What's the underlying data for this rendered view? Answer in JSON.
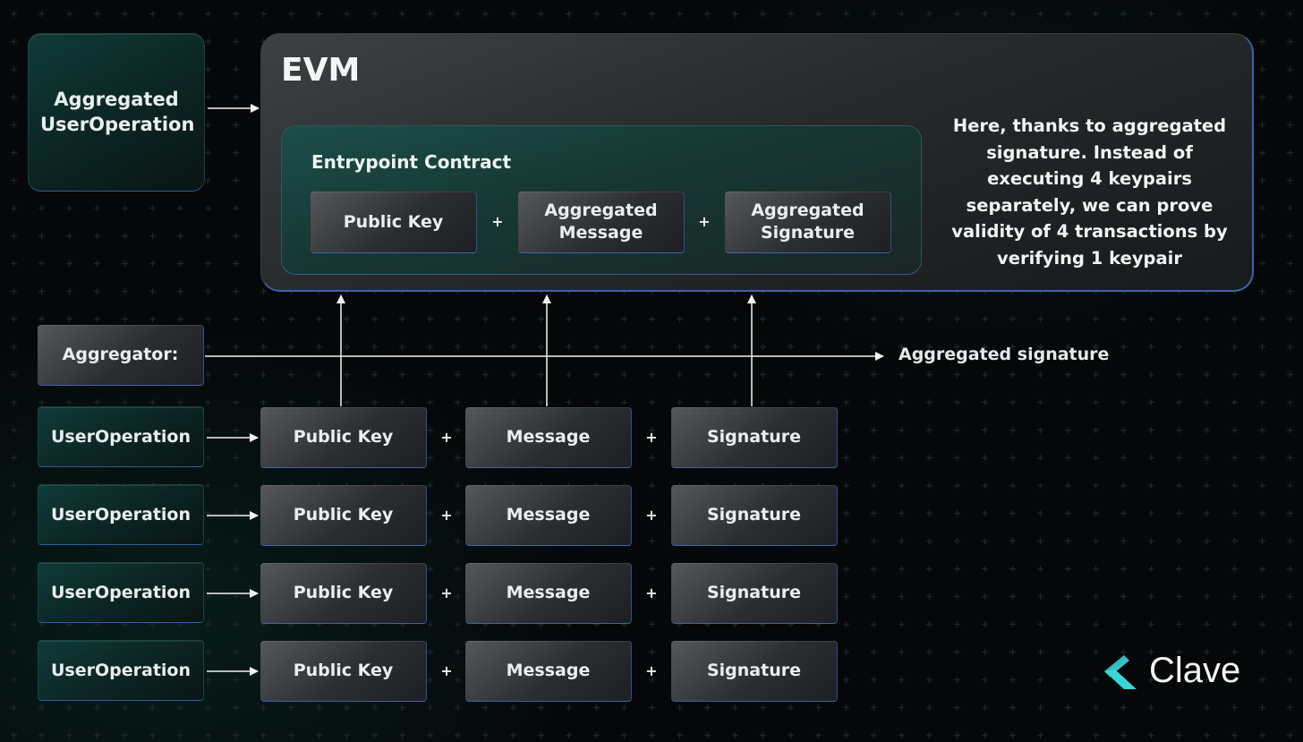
{
  "evm": {
    "title": "EVM",
    "entrypoint": {
      "title": "Entrypoint Contract",
      "items": [
        "Public Key",
        "Aggregated Message",
        "Aggregated Signature"
      ]
    },
    "explanation": "Here, thanks to aggregated signature. Instead of executing 4 keypairs separately, we can prove validity of 4 transactions by verifying 1 keypair"
  },
  "aggregated_user_operation": "Aggregated UserOperation",
  "aggregator": {
    "label": "Aggregator:",
    "output": "Aggregated signature"
  },
  "plus_sign": "+",
  "user_operations": [
    {
      "label": "UserOperation",
      "public_key": "Public Key",
      "message": "Message",
      "signature": "Signature"
    },
    {
      "label": "UserOperation",
      "public_key": "Public Key",
      "message": "Message",
      "signature": "Signature"
    },
    {
      "label": "UserOperation",
      "public_key": "Public Key",
      "message": "Message",
      "signature": "Signature"
    },
    {
      "label": "UserOperation",
      "public_key": "Public Key",
      "message": "Message",
      "signature": "Signature"
    }
  ],
  "logo": {
    "text": "Clave",
    "icon": "clave-logo-icon"
  },
  "colors": {
    "background": "#050708",
    "teal": "#0f3b38",
    "accent_blue": "#3a64b0",
    "logo_cyan": "#35d3d7"
  }
}
